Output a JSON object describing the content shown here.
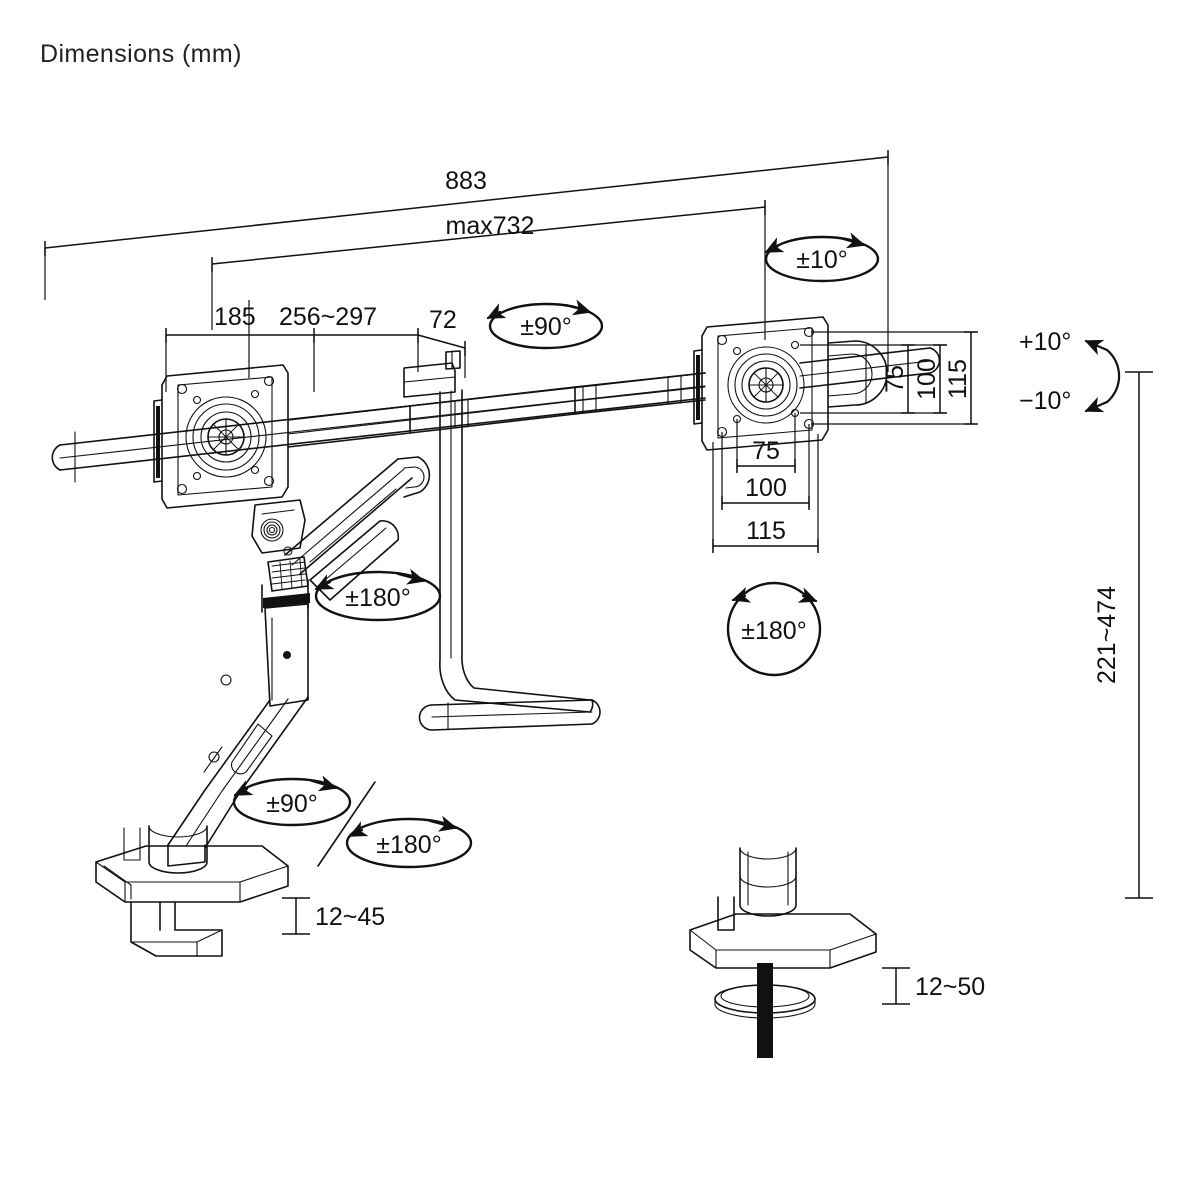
{
  "page": {
    "title": "Dimensions (mm)",
    "units": "mm",
    "background_color": "#ffffff",
    "line_color": "#111111"
  },
  "drawing": {
    "subject": "dual-monitor-gas-spring-desk-mount",
    "views": [
      "main-assembly-isometric",
      "c-clamp-detail",
      "grommet-mount-detail"
    ]
  },
  "dimensions": {
    "overall_width": "883",
    "max_reach": "max732",
    "segment_a": "185",
    "segment_b": "256~297",
    "segment_c": "72",
    "height_range": "221~474",
    "vesa_right_v_inner": "75",
    "vesa_right_v_mid": "100",
    "vesa_right_v_outer": "115",
    "vesa_bottom_h_inner": "75",
    "vesa_bottom_h_mid": "100",
    "vesa_bottom_h_outer": "115",
    "clamp_thickness": "12~45",
    "grommet_thickness": "12~50"
  },
  "angles": {
    "rail_tilt": "±10°",
    "head_swivel": "±90°",
    "tilt_up": "+10°",
    "tilt_down": "−10°",
    "arm_rotation_upper": "±180°",
    "post_rotation": "±90°",
    "post_rotation_alt": "±180°",
    "head_rotation_right": "±180°"
  }
}
